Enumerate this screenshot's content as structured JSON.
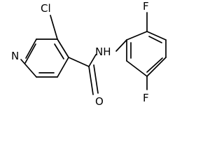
{
  "molecule": {
    "atoms": {
      "cl": "Cl",
      "n_ring": "N",
      "nh": "NH",
      "o": "O",
      "f_top": "F",
      "f_bottom": "F"
    },
    "colors": {
      "bond": "#000000",
      "label": "#000000",
      "background": "#ffffff"
    }
  }
}
